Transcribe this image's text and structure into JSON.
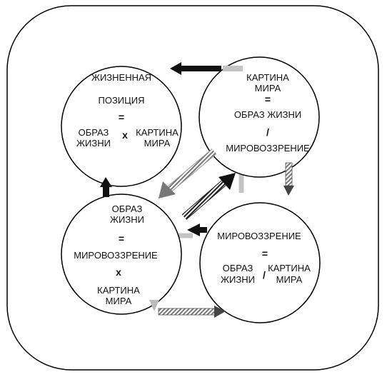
{
  "circle_tl": {
    "title1": "ЖИЗНЕННАЯ",
    "title2": "ПОЗИЦИЯ",
    "eq": "=",
    "left1": "ОБРАЗ",
    "left2": "ЖИЗНИ",
    "op": "x",
    "right1": "КАРТИНА",
    "right2": "МИРА"
  },
  "circle_tr": {
    "title1": "КАРТИНА",
    "title2": "МИРА",
    "eq": "=",
    "line1": "ОБРАЗ ЖИЗНИ",
    "op": "/",
    "line2": "МИРОВОЗЗРЕНИЕ"
  },
  "circle_bl": {
    "title1": "ОБРАЗ",
    "title2": "ЖИЗНИ",
    "eq": "=",
    "line1": "МИРОВОЗЗРЕНИЕ",
    "op": "x",
    "line2a": "КАРТИНА",
    "line2b": "МИРА"
  },
  "circle_br": {
    "title": "МИРОВОЗЗРЕНИЕ",
    "eq": "=",
    "left1": "ОБРАЗ",
    "left2": "ЖИЗНИ",
    "op": "/",
    "right1": "КАРТИНА",
    "right2": "МИРА"
  },
  "colors": {
    "dark": "#222222",
    "mid": "#666666",
    "light": "#bbbbbb",
    "stroke": "#000000"
  }
}
